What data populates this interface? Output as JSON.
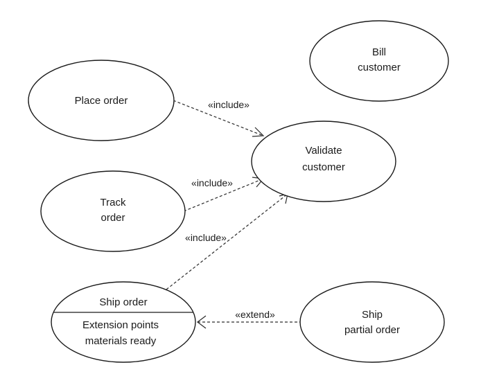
{
  "use_cases": {
    "bill_customer": {
      "line1": "Bill",
      "line2": "customer"
    },
    "place_order": {
      "label": "Place order"
    },
    "validate_customer": {
      "line1": "Validate",
      "line2": "customer"
    },
    "track_order": {
      "line1": "Track",
      "line2": "order"
    },
    "ship_order": {
      "label": "Ship order",
      "ext_line1": "Extension points",
      "ext_line2": "materials ready"
    },
    "ship_partial_order": {
      "line1": "Ship",
      "line2": "partial order"
    }
  },
  "relationships": {
    "place_to_validate": "«include»",
    "track_to_validate": "«include»",
    "ship_to_validate": "«include»",
    "partial_to_ship": "«extend»"
  }
}
